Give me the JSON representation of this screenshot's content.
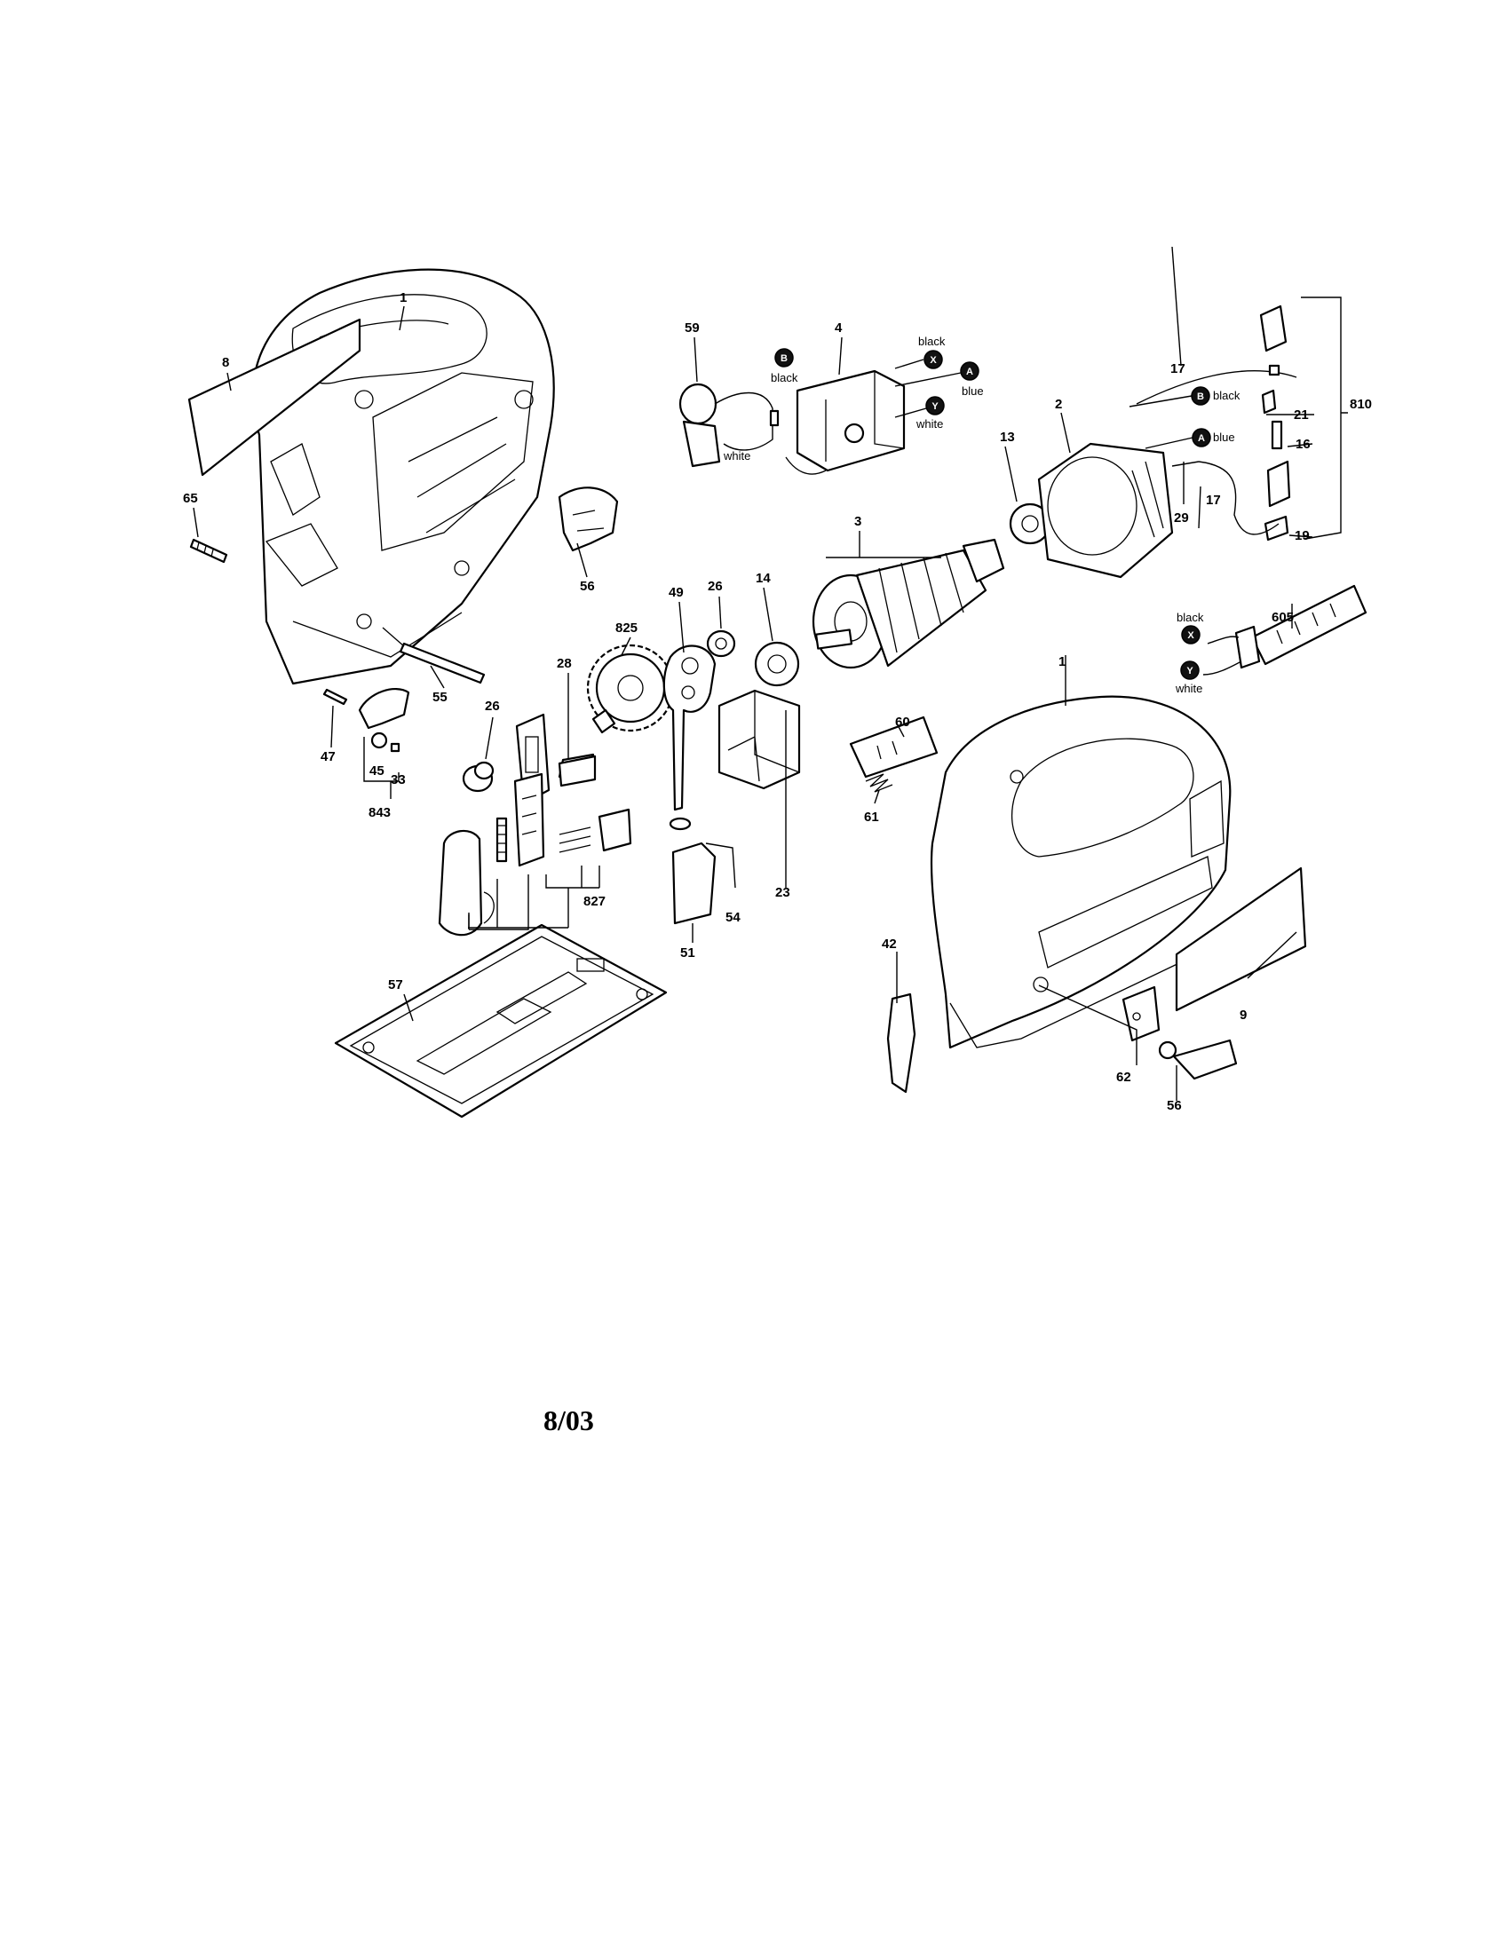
{
  "footer": {
    "date": "8/03"
  },
  "labels": {
    "l1a": "1",
    "l8a": "8",
    "l65": "65",
    "l56a": "56",
    "l55": "55",
    "l47": "47",
    "l45": "45",
    "l33": "33",
    "l843": "843",
    "l26a": "26",
    "l28": "28",
    "l825": "825",
    "l49": "49",
    "l26b": "26",
    "l14": "14",
    "l3": "3",
    "l13": "13",
    "l2": "2",
    "l17a": "17",
    "l17b": "17",
    "l29": "29",
    "l21": "21",
    "l16": "16",
    "l19": "19",
    "l810": "810",
    "l605": "605",
    "l59": "59",
    "l4": "4",
    "l60": "60",
    "l61": "61",
    "l23": "23",
    "l54": "54",
    "l51": "51",
    "l827": "827",
    "l57": "57",
    "l1b": "1",
    "l42": "42",
    "l9": "9",
    "l62": "62",
    "l56b": "56"
  },
  "wires": {
    "w_black1": "black",
    "w_white1": "white",
    "w_black2": "black",
    "w_blue1": "blue",
    "w_white2": "white",
    "w_black3": "black",
    "w_blue2": "blue",
    "w_black4": "black",
    "w_white3": "white"
  },
  "markers": {
    "B": "B",
    "X": "X",
    "A": "A",
    "Y": "Y"
  }
}
